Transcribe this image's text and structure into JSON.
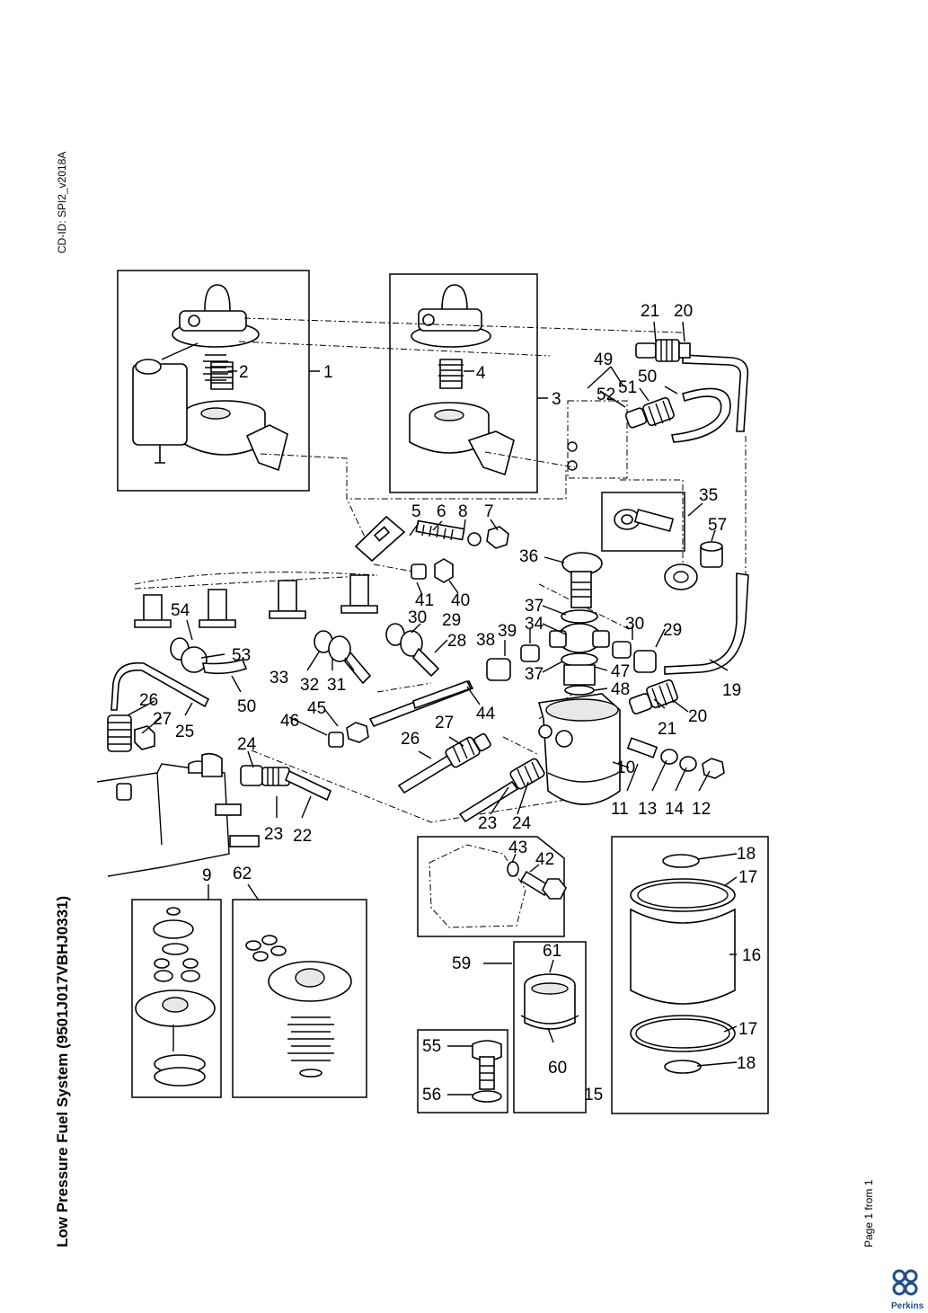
{
  "header": {
    "cd_id": "CD-ID: SPI2_v2018A",
    "title": "Low Pressure Fuel System (9501J017VBHJ0331)",
    "page_info": "Page 1 from 1",
    "brand": "Perkins"
  },
  "colors": {
    "ink": "#000000",
    "brand_blue": "#1f4e8c",
    "background": "#ffffff"
  },
  "callouts": {
    "c1": "1",
    "c2": "2",
    "c3": "3",
    "c4": "4",
    "c5": "5",
    "c6": "6",
    "c7": "7",
    "c8": "8",
    "c9": "9",
    "c10": "10",
    "c11": "11",
    "c12": "12",
    "c13": "13",
    "c14": "14",
    "c15": "15",
    "c16": "16",
    "c17a": "17",
    "c17b": "17",
    "c18a": "18",
    "c18b": "18",
    "c19": "19",
    "c20a": "20",
    "c20b": "20",
    "c21a": "21",
    "c21b": "21",
    "c22": "22",
    "c23a": "23",
    "c23b": "23",
    "c24a": "24",
    "c24b": "24",
    "c25": "25",
    "c26a": "26",
    "c26b": "26",
    "c27a": "27",
    "c27b": "27",
    "c28": "28",
    "c29a": "29",
    "c29b": "29",
    "c30a": "30",
    "c30b": "30",
    "c31": "31",
    "c32": "32",
    "c33": "33",
    "c34": "34",
    "c35": "35",
    "c36": "36",
    "c37a": "37",
    "c37b": "37",
    "c38": "38",
    "c39": "39",
    "c40": "40",
    "c41": "41",
    "c42": "42",
    "c43": "43",
    "c44": "44",
    "c45": "45",
    "c46": "46",
    "c47": "47",
    "c48": "48",
    "c49": "49",
    "c50a": "50",
    "c50b": "50",
    "c51": "51",
    "c52": "52",
    "c53": "53",
    "c54": "54",
    "c55": "55",
    "c56": "56",
    "c57": "57",
    "c59": "59",
    "c60": "60",
    "c61": "61",
    "c62": "62"
  }
}
